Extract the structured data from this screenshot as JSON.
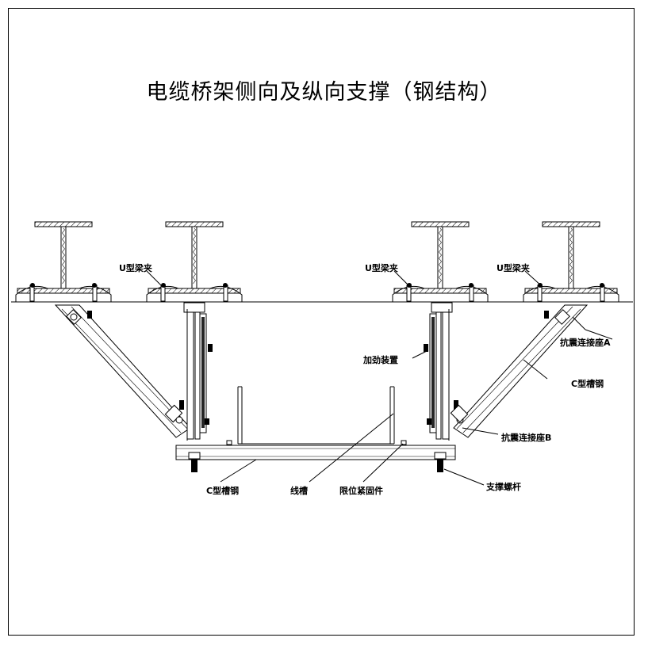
{
  "title": "电缆桥架侧向及纵向支撑（钢结构）",
  "labels": {
    "u_clamp_1": "U型梁夹",
    "u_clamp_2": "U型梁夹",
    "u_clamp_3": "U型梁夹",
    "seismic_seat_a": "抗震连接座A",
    "stiffener": "加劲装置",
    "c_channel_right": "C型槽钢",
    "seismic_seat_b": "抗震连接座B",
    "c_channel_bottom": "C型槽钢",
    "cable_tray": "线槽",
    "limit_fastener": "限位紧固件",
    "support_rod": "支撑螺杆"
  }
}
